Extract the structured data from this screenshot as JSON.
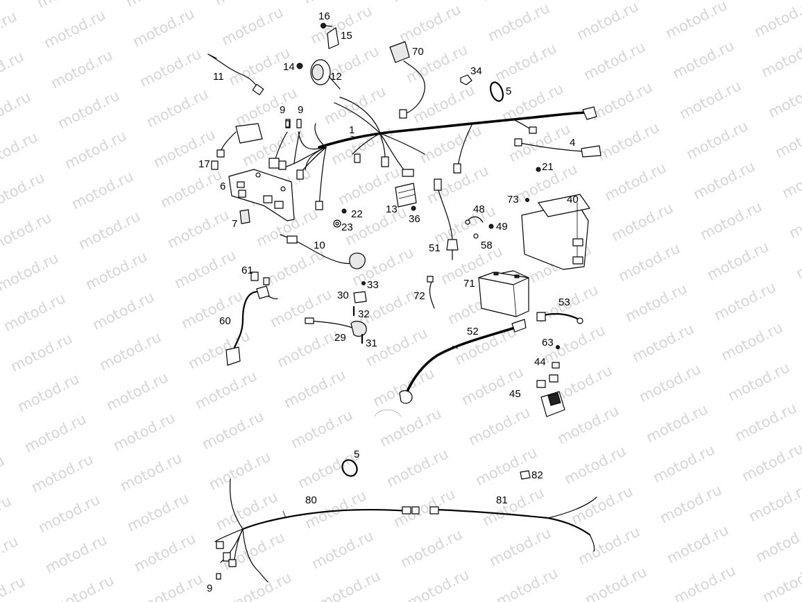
{
  "watermark": {
    "text": "motod.ru",
    "color": "#d6d6d6"
  },
  "callouts": {
    "c1": "1",
    "c4": "4",
    "c5a": "5",
    "c5b": "5",
    "c6": "6",
    "c7": "7",
    "c9a": "9",
    "c9b": "9",
    "c9c": "9",
    "c10": "10",
    "c11": "11",
    "c12": "12",
    "c13": "13",
    "c14": "14",
    "c15": "15",
    "c16": "16",
    "c17": "17",
    "c21": "21",
    "c22": "22",
    "c23": "23",
    "c29": "29",
    "c30": "30",
    "c31": "31",
    "c32": "32",
    "c33": "33",
    "c34": "34",
    "c36": "36",
    "c40": "40",
    "c44": "44",
    "c45": "45",
    "c48": "48",
    "c49": "49",
    "c51": "51",
    "c52": "52",
    "c53": "53",
    "c58": "58",
    "c60": "60",
    "c61": "61",
    "c63": "63",
    "c70": "70",
    "c71": "71",
    "c72": "72",
    "c73": "73",
    "c80": "80",
    "c81": "81",
    "c82": "82"
  }
}
